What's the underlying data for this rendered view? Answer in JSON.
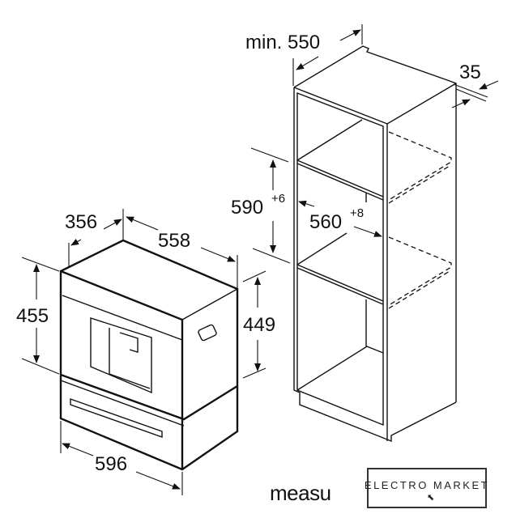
{
  "diagram": {
    "appliance": {
      "depth_label": "356",
      "width_top_label": "558",
      "height_total_label": "455",
      "height_appliance_label": "449",
      "width_front_label": "596"
    },
    "cabinet": {
      "depth_label": "min. 550",
      "offset_label": "35",
      "niche_height_label": "590",
      "niche_height_tolerance": "+6",
      "niche_width_label": "560",
      "niche_width_tolerance": "+8"
    },
    "caption": "measu",
    "logo": {
      "name": "ELECTRO MARKET",
      "icon": "cursor-arrow-icon"
    }
  }
}
